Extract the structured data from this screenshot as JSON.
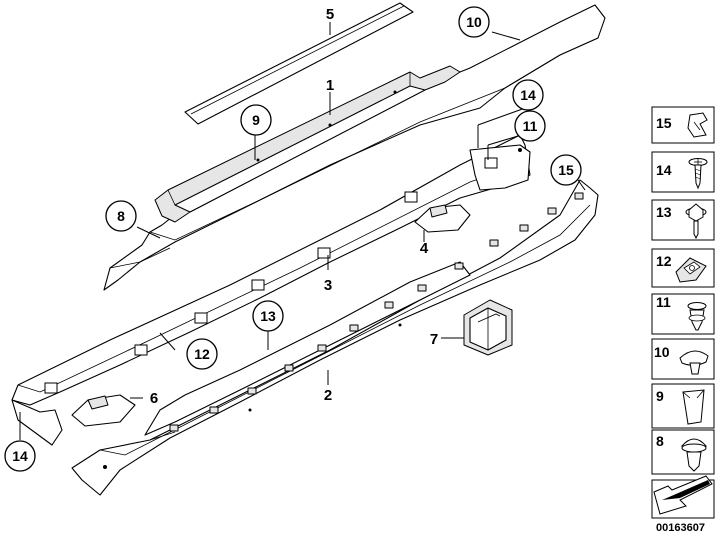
{
  "diagram_id": "00163607",
  "callouts": {
    "c1": "1",
    "c2": "2",
    "c3": "3",
    "c4": "4",
    "c5": "5",
    "c6": "6",
    "c7": "7",
    "c8": "8",
    "c9": "9",
    "c10": "10",
    "c11": "11",
    "c12": "12",
    "c13": "13",
    "c14a": "14",
    "c14b": "14",
    "c15": "15"
  },
  "legend": [
    {
      "number": "15",
      "icon": "retainer-clip-icon"
    },
    {
      "number": "14",
      "icon": "screw-icon"
    },
    {
      "number": "13",
      "icon": "collar-screw-icon"
    },
    {
      "number": "12",
      "icon": "clip-nut-icon"
    },
    {
      "number": "11",
      "icon": "expanding-rivet-icon"
    },
    {
      "number": "10",
      "icon": "spreader-nut-icon"
    },
    {
      "number": "9",
      "icon": "grommet-icon"
    },
    {
      "number": "8",
      "icon": "push-clip-icon"
    }
  ]
}
